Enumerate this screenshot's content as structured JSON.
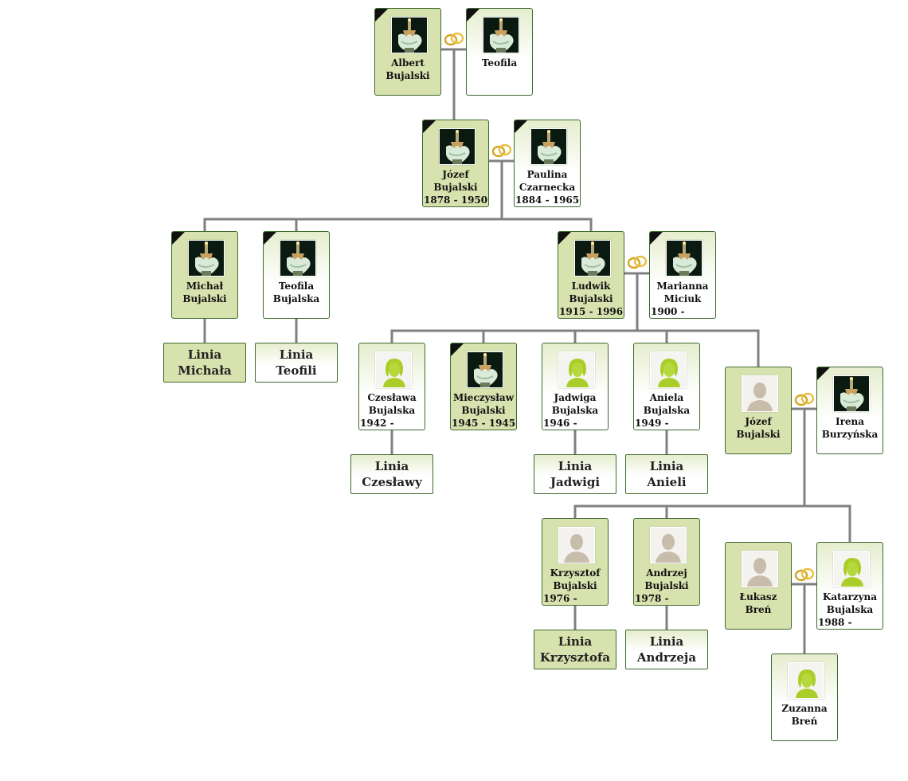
{
  "colors": {
    "male_bg": "#d8e2ae",
    "female_bg": "#ffffff",
    "border": "#3c6a2e",
    "connector": "#808080",
    "rings": "#d4a520"
  },
  "people": {
    "albert": {
      "name1": "Albert",
      "name2": "Bujalski",
      "dates": "",
      "photo": "memorial-candle",
      "deceased": true
    },
    "teofila": {
      "name1": "Teofila",
      "name2": "",
      "dates": "",
      "photo": "memorial-candle",
      "deceased": true
    },
    "jozef1": {
      "name1": "Józef",
      "name2": "Bujalski",
      "dates": "1878 - 1950",
      "photo": "memorial-candle",
      "deceased": true
    },
    "paulina": {
      "name1": "Paulina",
      "name2": "Czarnecka",
      "dates": "1884 - 1965",
      "photo": "memorial-candle",
      "deceased": true
    },
    "michal": {
      "name1": "Michał",
      "name2": "Bujalski",
      "dates": "",
      "photo": "memorial-candle",
      "deceased": true
    },
    "teofila2": {
      "name1": "Teofila",
      "name2": "Bujalska",
      "dates": "",
      "photo": "memorial-candle",
      "deceased": true
    },
    "ludwik": {
      "name1": "Ludwik",
      "name2": "Bujalski",
      "dates": "1915 - 1996",
      "photo": "memorial-candle",
      "deceased": true
    },
    "marianna": {
      "name1": "Marianna",
      "name2": "Miciuk",
      "dates": "1900 -",
      "photo": "memorial-candle",
      "deceased": true
    },
    "czeslawa": {
      "name1": "Czesława",
      "name2": "Bujalska",
      "dates": "1942 -",
      "photo": "female-silhouette",
      "deceased": false
    },
    "mieczyslaw": {
      "name1": "Mieczysław",
      "name2": "Bujalski",
      "dates": "1945 - 1945",
      "photo": "memorial-candle",
      "deceased": true
    },
    "jadwiga": {
      "name1": "Jadwiga",
      "name2": "Bujalska",
      "dates": "1946 -",
      "photo": "female-silhouette",
      "deceased": false
    },
    "aniela": {
      "name1": "Aniela",
      "name2": "Bujalska",
      "dates": "1949 -",
      "photo": "female-silhouette",
      "deceased": false
    },
    "jozef2": {
      "name1": "Józef",
      "name2": "Bujalski",
      "dates": "",
      "photo": "male-silhouette",
      "deceased": false
    },
    "irena": {
      "name1": "Irena",
      "name2": "Burzyńska",
      "dates": "",
      "photo": "memorial-candle",
      "deceased": true
    },
    "krzysztof": {
      "name1": "Krzysztof",
      "name2": "Bujalski",
      "dates": "1976 -",
      "photo": "male-silhouette",
      "deceased": false
    },
    "andrzej": {
      "name1": "Andrzej",
      "name2": "Bujalski",
      "dates": "1978 -",
      "photo": "male-silhouette",
      "deceased": false
    },
    "lukasz": {
      "name1": "Łukasz",
      "name2": "Breń",
      "dates": "",
      "photo": "male-silhouette",
      "deceased": false
    },
    "katarzyna": {
      "name1": "Katarzyna",
      "name2": "Bujalska",
      "dates": "1988 -",
      "photo": "female-silhouette",
      "deceased": false
    },
    "zuzanna": {
      "name1": "Zuzanna",
      "name2": "Breń",
      "dates": "",
      "photo": "female-silhouette",
      "deceased": false
    }
  },
  "lineages": {
    "michala": {
      "line1": "Linia",
      "line2": "Michała"
    },
    "teofili": {
      "line1": "Linia",
      "line2": "Teofili"
    },
    "czeslawy": {
      "line1": "Linia",
      "line2": "Czesławy"
    },
    "jadwigi": {
      "line1": "Linia",
      "line2": "Jadwigi"
    },
    "anieli": {
      "line1": "Linia",
      "line2": "Anieli"
    },
    "krzysztofa": {
      "line1": "Linia",
      "line2": "Krzysztofa"
    },
    "andrzeja": {
      "line1": "Linia",
      "line2": "Andrzeja"
    }
  },
  "marriage_icon": "wedding-rings-icon"
}
